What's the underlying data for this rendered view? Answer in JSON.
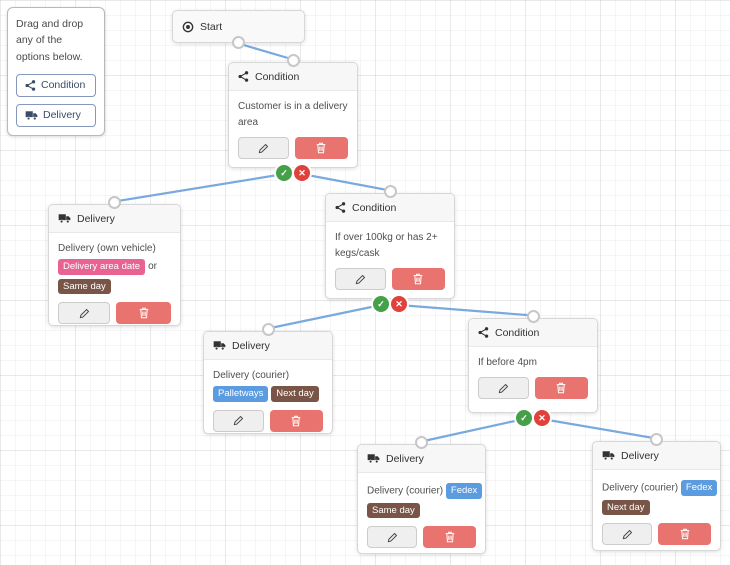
{
  "palette": {
    "instruction": "Drag and drop any of the options below.",
    "options": [
      {
        "label": "Condition",
        "icon": "share-icon"
      },
      {
        "label": "Delivery",
        "icon": "truck-icon"
      }
    ]
  },
  "nodes": [
    {
      "type": "start",
      "title": "Start"
    },
    {
      "type": "condition",
      "title": "Condition",
      "text": "Customer is in a delivery area"
    },
    {
      "type": "delivery",
      "title": "Delivery",
      "text": "Delivery (own vehicle)",
      "joiner": "or",
      "badges": [
        {
          "label": "Delivery area date",
          "color": "#e86392"
        },
        {
          "label": "Same day",
          "color": "#795548"
        }
      ]
    },
    {
      "type": "condition",
      "title": "Condition",
      "text": "If over 100kg or has 2+ kegs/cask"
    },
    {
      "type": "delivery",
      "title": "Delivery",
      "text": "Delivery (courier)",
      "badges": [
        {
          "label": "Palletways",
          "color": "#5b9be0"
        },
        {
          "label": "Next day",
          "color": "#795548"
        }
      ]
    },
    {
      "type": "condition",
      "title": "Condition",
      "text": "If before 4pm"
    },
    {
      "type": "delivery",
      "title": "Delivery",
      "text": "Delivery (courier)",
      "badges": [
        {
          "label": "Fedex",
          "color": "#5b9be0"
        },
        {
          "label": "Same day",
          "color": "#795548"
        }
      ]
    },
    {
      "type": "delivery",
      "title": "Delivery",
      "text": "Delivery (courier)",
      "badges": [
        {
          "label": "Fedex",
          "color": "#5b9be0"
        },
        {
          "label": "Next day",
          "color": "#795548"
        }
      ]
    }
  ],
  "ports": {
    "true_glyph": "✓",
    "false_glyph": "✕"
  },
  "colors": {
    "edge": "#7aa9de",
    "true_port": "#45a049",
    "false_port": "#e0413b",
    "delete_button": "#e8736f",
    "badge_pink": "#e86392",
    "badge_brown": "#795548",
    "badge_blue": "#5b9be0"
  }
}
